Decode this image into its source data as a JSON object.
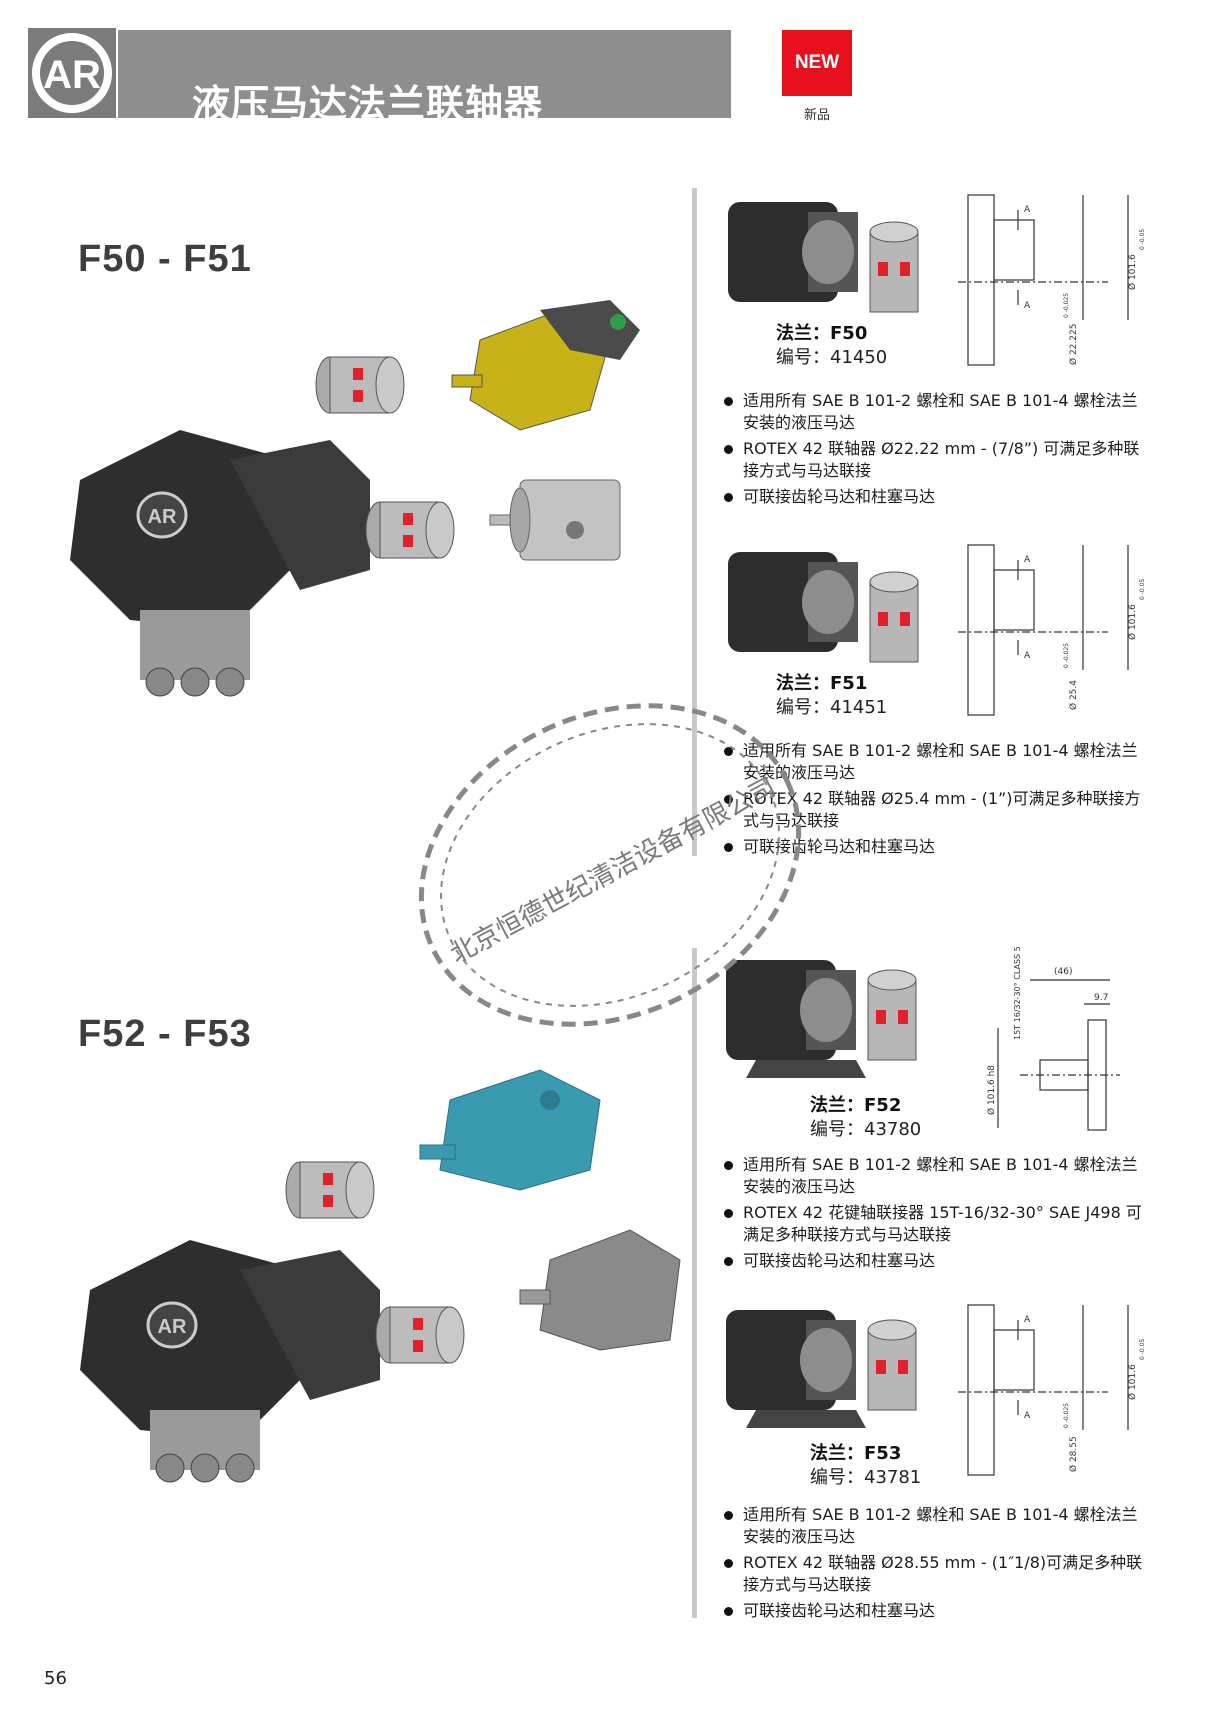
{
  "header": {
    "title": "液压马达法兰联轴器",
    "new_badge": "NEW",
    "new_sub": "新品",
    "logo_text": "AR"
  },
  "sections": [
    {
      "title": "F50 - F51"
    },
    {
      "title": "F52 - F53"
    }
  ],
  "products": [
    {
      "flange_key": "法兰：",
      "flange_value": "F50",
      "code_key": "编号：",
      "code_value": "41450",
      "dims": {
        "a1": "A",
        "a2": "A",
        "d_outer": "Ø 101.6",
        "d_outer_tol": "0 -0.05",
        "d_inner": "Ø 22.225",
        "d_inner_tol": "0 -0.025"
      },
      "specs": [
        "适用所有 SAE B 101-2 螺栓和 SAE B 101-4 螺栓法兰安装的液压马达",
        "ROTEX 42 联轴器 Ø22.22 mm - (7/8”) 可满足多种联接方式与马达联接",
        "可联接齿轮马达和柱塞马达"
      ]
    },
    {
      "flange_key": "法兰：",
      "flange_value": "F51",
      "code_key": "编号：",
      "code_value": "41451",
      "dims": {
        "a1": "A",
        "a2": "A",
        "d_outer": "Ø 101.6",
        "d_outer_tol": "0 -0.05",
        "d_inner": "Ø 25.4",
        "d_inner_tol": "0 -0.025"
      },
      "specs": [
        "适用所有 SAE B 101-2 螺栓和 SAE B 101-4 螺栓法兰安装的液压马达",
        "ROTEX 42 联轴器 Ø25.4 mm - (1”)可满足多种联接方式与马达联接",
        "可联接齿轮马达和柱塞马达"
      ]
    },
    {
      "flange_key": "法兰：",
      "flange_value": "F52",
      "code_key": "编号：",
      "code_value": "43780",
      "dims": {
        "spline": "15T 16/32-30° CLASS 5",
        "len": "(46)",
        "len2": "9.7",
        "d_outer": "Ø 101.6 h8"
      },
      "specs": [
        "适用所有 SAE B 101-2 螺栓和 SAE B 101-4 螺栓法兰安装的液压马达",
        "ROTEX 42 花键轴联接器 15T-16/32-30° SAE J498 可满足多种联接方式与马达联接",
        "可联接齿轮马达和柱塞马达"
      ]
    },
    {
      "flange_key": "法兰：",
      "flange_value": "F53",
      "code_key": "编号：",
      "code_value": "43781",
      "dims": {
        "a1": "A",
        "a2": "A",
        "d_outer": "Ø 101.6",
        "d_outer_tol": "0 -0.05",
        "d_inner": "Ø 28.55",
        "d_inner_tol": "0 -0.025"
      },
      "specs": [
        "适用所有 SAE B 101-2 螺栓和 SAE B 101-4 螺栓法兰安装的液压马达",
        "ROTEX 42 联轴器 Ø28.55 mm - (1″1/8)可满足多种联接方式与马达联接",
        "可联接齿轮马达和柱塞马达"
      ]
    }
  ],
  "stamp": {
    "text": "北京恒德世纪清洁设备有限公司"
  },
  "page_number": "56",
  "colors": {
    "header_gray": "#8e8e8e",
    "new_red": "#e8101c",
    "motor_yellow": "#c8b21a",
    "motor_teal": "#3a9bb0",
    "coupling_red": "#e0202a"
  }
}
